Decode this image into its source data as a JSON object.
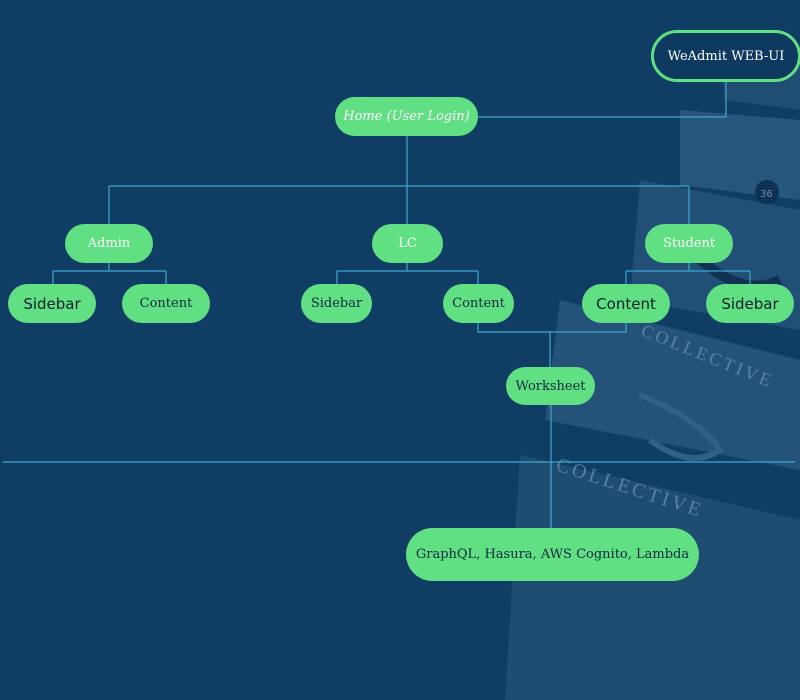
{
  "diagram": {
    "colors": {
      "background": "#103d63",
      "node": "#60df83",
      "connector": "#3fa6d3",
      "outline_node_bg": "#0f3a60"
    },
    "nodes": {
      "weadmit": "WeAdmit WEB-UI",
      "home": "Home (User Login)",
      "admin": "Admin",
      "lc": "LC",
      "student": "Student",
      "admin_sidebar": "Sidebar",
      "admin_content": "Content",
      "lc_sidebar": "Sidebar",
      "lc_content": "Content",
      "student_content": "Content",
      "student_sidebar": "Sidebar",
      "worksheet": "Worksheet",
      "backend": "GraphQL, Hasura, AWS Cognito, Lambda"
    },
    "background_image": {
      "book_text_1": "COLLECTIVE",
      "book_text_2": "COLLECTIVE",
      "book_number": "36"
    }
  }
}
